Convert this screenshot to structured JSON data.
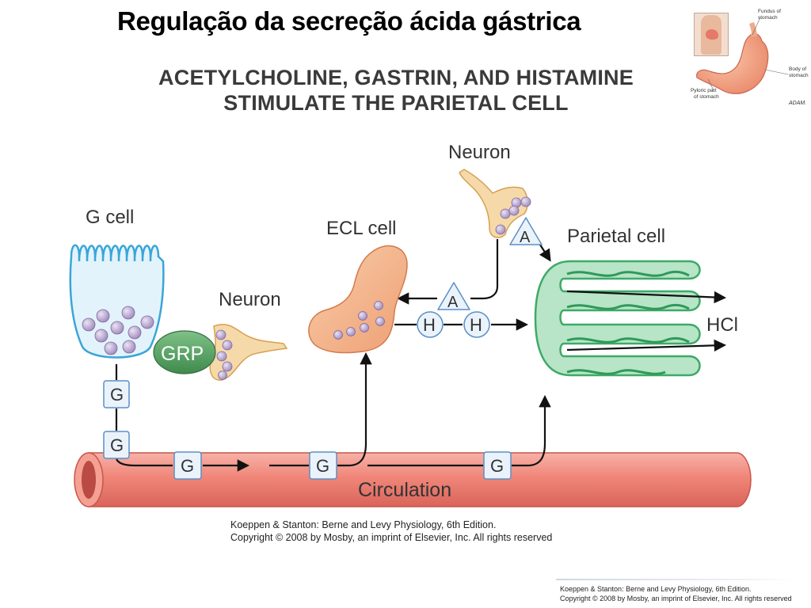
{
  "slide": {
    "title": "Regulação da secreção ácida gástrica"
  },
  "figure": {
    "title_line1": "ACETYLCHOLINE, GASTRIN, AND HISTAMINE",
    "title_line2": "STIMULATE THE PARIETAL CELL",
    "labels": {
      "g_cell": "G cell",
      "neuron_left": "Neuron",
      "neuron_top": "Neuron",
      "ecl_cell": "ECL cell",
      "parietal_cell": "Parietal cell",
      "circulation": "Circulation",
      "hcl": "HCl",
      "grp": "GRP"
    },
    "markers": {
      "gastrin": "G",
      "histamine": "H",
      "acetylcholine": "A"
    },
    "credit_line1": "Koeppen & Stanton: Berne and Levy Physiology, 6th Edition.",
    "credit_line2": "Copyright © 2008 by Mosby, an imprint of Elsevier, Inc. All rights reserved"
  },
  "stomach_inset": {
    "fundus_label_line1": "Fundus of",
    "fundus_label_line2": "stomach",
    "body_label_line1": "Body of",
    "body_label_line2": "stomach",
    "pyloric_label_line1": "Pyloric part",
    "pyloric_label_line2": "of stomach",
    "logo": "ADAM."
  },
  "footer": {
    "credit_line1": "Koeppen & Stanton: Berne and Levy Physiology, 6th Edition.",
    "credit_line2": "Copyright © 2008 by Mosby, an imprint of Elsevier, Inc. All rights reserved"
  },
  "colors": {
    "g_cell_stroke": "#3aa5d8",
    "g_cell_fill": "#e3f3fb",
    "granule_fill": "#b6a3cc",
    "grp_fill": "#5fa56a",
    "ecl_fill": "#f3b88f",
    "neuron_fill": "#f6d9a8",
    "parietal_fill": "#b8e4c8",
    "parietal_stroke": "#3daa66",
    "vessel_fill": "#f08679",
    "marker_box": "#eaf3fb",
    "marker_stroke": "#5b8fc4"
  }
}
